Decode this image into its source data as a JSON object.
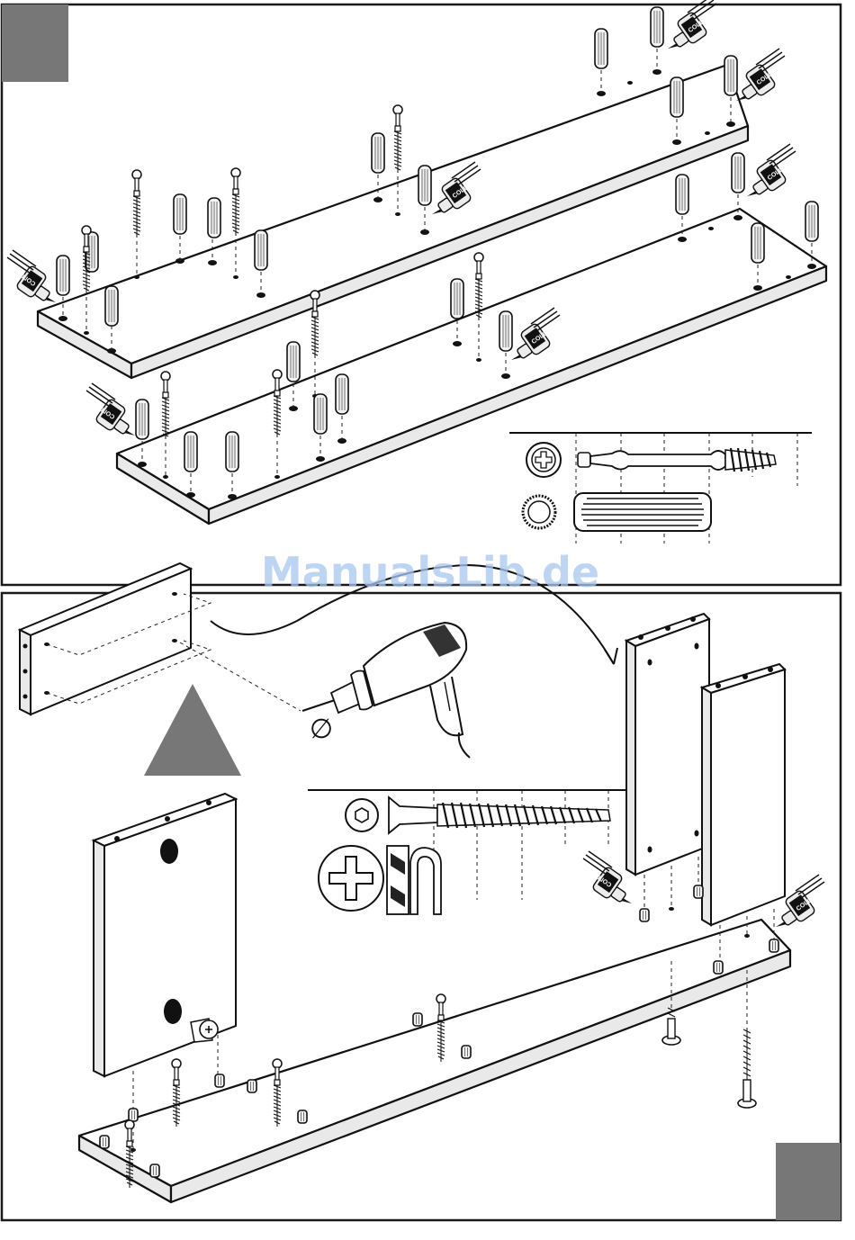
{
  "watermark": {
    "text": "ManualsLib.de"
  },
  "glue_label": "COLLA",
  "drill_symbol": "∅",
  "colors": {
    "step_marker": "#777777",
    "watermark": "#a9c6ef",
    "line": "#111111"
  },
  "steps": [
    {
      "panel": "top",
      "marker_color": "#777777",
      "marker_shape": "square",
      "components": [
        "board-upper",
        "board-lower",
        "dowels",
        "cam-screws",
        "glue-bottles",
        "hardware-legend-dowel-cam"
      ]
    },
    {
      "panel": "bottom",
      "marker_color": "#777777",
      "marker_shape": "triangle-and-square",
      "components": [
        "side-panel-drilling",
        "electric-drill",
        "side-panels",
        "base-board",
        "hardware-legend-screw-hex"
      ]
    }
  ],
  "icons": [
    "dowel-icon",
    "cam-screw-icon",
    "glue-bottle-icon",
    "electric-drill-icon",
    "phillips-head-icon",
    "hex-head-icon",
    "confirmat-screw-icon",
    "allen-key-icon",
    "cam-lock-icon"
  ]
}
